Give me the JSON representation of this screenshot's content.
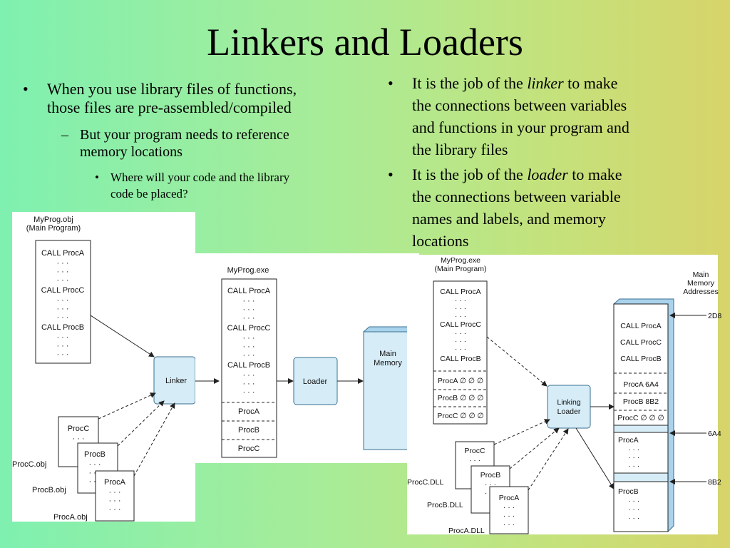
{
  "slide": {
    "title": "Linkers and Loaders",
    "left_bullets": {
      "b1_line1": "When you use library files of functions,",
      "b1_line2": "those files are pre-assembled/compiled",
      "sub1_line1": "But your program needs to reference",
      "sub1_line2": "memory locations",
      "subsub1_line1": "Where will your code and the library",
      "subsub1_line2": "code be placed?"
    },
    "right_bullets": {
      "b1_l1_pre": "It is the job of the ",
      "b1_l1_em": "linker",
      "b1_l1_post": " to make",
      "b1_l2": "the connections between variables",
      "b1_l3": "and functions in your program and",
      "b1_l4": "the library files",
      "b2_l1_pre": "It is the job of the ",
      "b2_l1_em": "loader",
      "b2_l1_post": " to make",
      "b2_l2": "the connections between variable",
      "b2_l3": "names and labels, and memory",
      "b2_l4": "locations"
    },
    "bullet_char": "•",
    "dash_char": "–"
  },
  "fig1": {
    "myprog_title1": "MyProg.obj",
    "myprog_title2": "(Main Program)",
    "call_a": "CALL ProcA",
    "call_c": "CALL ProcC",
    "call_b": "CALL ProcB",
    "dots": "· · ·",
    "proc_c": "ProcC",
    "proc_b": "ProcB",
    "proc_a": "ProcA",
    "procc_file": "ProcC.obj",
    "procb_file": "ProcB.obj",
    "proca_file": "ProcA.obj",
    "linker": "Linker"
  },
  "fig2": {
    "exe_title": "MyProg.exe",
    "call_a": "CALL ProcA",
    "call_c": "CALL ProcC",
    "call_b": "CALL ProcB",
    "dots": "· · ·",
    "proc_a": "ProcA",
    "proc_b": "ProcB",
    "proc_c": "ProcC",
    "loader": "Loader",
    "memory1": "Main",
    "memory2": "Memory"
  },
  "fig3": {
    "exe_title1": "MyProg.exe",
    "exe_title2": "(Main Program)",
    "call_a": "CALL ProcA",
    "call_c": "CALL ProcC",
    "call_b": "CALL ProcB",
    "dots": "· · ·",
    "stub_a": "ProcA ∅ ∅ ∅",
    "stub_b": "ProcB ∅ ∅ ∅",
    "stub_c": "ProcC ∅ ∅ ∅",
    "linking1": "Linking",
    "linking2": "Loader",
    "proc_c": "ProcC",
    "proc_b": "ProcB",
    "proc_a": "ProcA",
    "procc_dll": "ProcC.DLL",
    "procb_dll": "ProcB.DLL",
    "proca_dll": "ProcA.DLL",
    "mem_h1": "Main",
    "mem_h2": "Memory",
    "mem_h3": "Addresses",
    "mem_call_a": "CALL ProcA",
    "mem_call_c": "CALL ProcC",
    "mem_call_b": "CALL ProcB",
    "mem_stub_a": "ProcA 6A4",
    "mem_stub_b": "ProcB 8B2",
    "mem_stub_c": "ProcC ∅ ∅ ∅",
    "mem_proc_a": "ProcA",
    "mem_proc_b": "ProcB",
    "addr1": "2D8",
    "addr2": "6A4",
    "addr3": "8B2"
  },
  "colors": {
    "box_fill": "#d6ecf7",
    "box_stroke": "#3a6f8f",
    "memory_side": "#a9d2ec"
  }
}
